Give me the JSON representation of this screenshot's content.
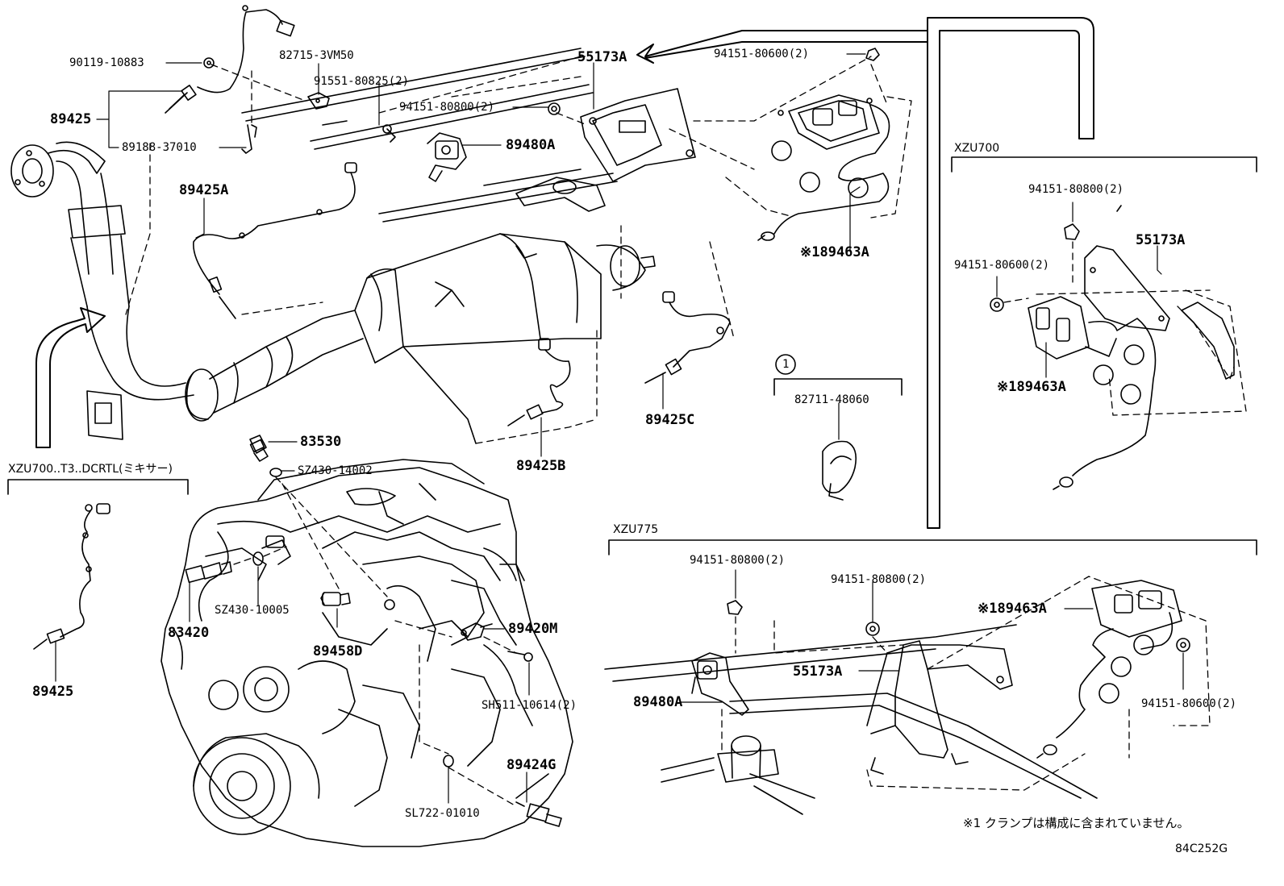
{
  "variants": {
    "xzu700_mixer": "XZU700..T3..DCRTL(ミキサー)",
    "xzu700": "XZU700",
    "xzu775": "XZU775"
  },
  "clamp_marker": "1",
  "parts": {
    "p90119": "90119-10883",
    "p89425": "89425",
    "p89188": "89188-37010",
    "p82715": "82715-3VM50",
    "p91551": "91551-80825(2)",
    "p55173A_top": "55173A",
    "p94151_80600_top": "94151-80600(2)",
    "p94151_80800_top": "94151-80800(2)",
    "p89480A_top": "89480A",
    "p89425A": "89425A",
    "p89463A_top": "※189463A",
    "p89425C": "89425C",
    "p89425B": "89425B",
    "p82711": "82711-48060",
    "p83530": "83530",
    "pSZ430_14002": "SZ430-14002",
    "p89425_left": "89425",
    "p83420": "83420",
    "pSZ430_10005": "SZ430-10005",
    "p89458D": "89458D",
    "p89420M": "89420M",
    "pSH511": "SH511-10614(2)",
    "p89424G": "89424G",
    "pSL722": "SL722-01010",
    "r_94151_80800": "94151-80800(2)",
    "r_55173A": "55173A",
    "r_94151_80600": "94151-80600(2)",
    "r_89463A": "※189463A",
    "b_94151_80800_a": "94151-80800(2)",
    "b_94151_80800_b": "94151-80800(2)",
    "b_89463A": "※189463A",
    "b_55173A": "55173A",
    "b_89480A": "89480A",
    "b_94151_80600": "94151-80600(2)"
  },
  "footnote": "※1 クランプは構成に含まれていません。",
  "figure_code": "84C252G"
}
